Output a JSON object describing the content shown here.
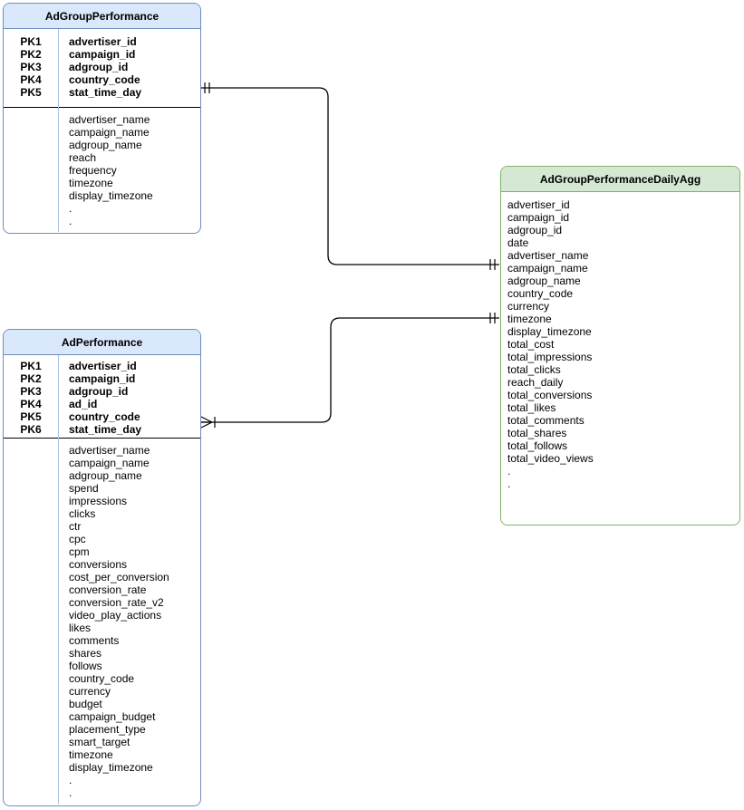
{
  "diagram": {
    "type": "entity-relationship",
    "background_color": "#ffffff",
    "connector_color": "#000000",
    "tables": [
      {
        "id": "table-adgroupperformance",
        "title": "AdGroupPerformance",
        "theme": {
          "header_fill": "#dae8fc",
          "border": "#6c8ebf",
          "divider": "#a8c3e8"
        },
        "primary_keys": [
          {
            "key": "PK1",
            "field": "advertiser_id"
          },
          {
            "key": "PK2",
            "field": "campaign_id"
          },
          {
            "key": "PK3",
            "field": "adgroup_id"
          },
          {
            "key": "PK4",
            "field": "country_code"
          },
          {
            "key": "PK5",
            "field": "stat_time_day"
          }
        ],
        "fields": [
          "advertiser_name",
          "campaign_name",
          "adgroup_name",
          "reach",
          "frequency",
          "timezone",
          "display_timezone",
          ".",
          "."
        ]
      },
      {
        "id": "table-adperformance",
        "title": "AdPerformance",
        "theme": {
          "header_fill": "#dae8fc",
          "border": "#6c8ebf",
          "divider": "#a8c3e8"
        },
        "primary_keys": [
          {
            "key": "PK1",
            "field": "advertiser_id"
          },
          {
            "key": "PK2",
            "field": "campaign_id"
          },
          {
            "key": "PK3",
            "field": "adgroup_id"
          },
          {
            "key": "PK4",
            "field": "ad_id"
          },
          {
            "key": "PK5",
            "field": "country_code"
          },
          {
            "key": "PK6",
            "field": "stat_time_day"
          }
        ],
        "fields": [
          "advertiser_name",
          "campaign_name",
          "adgroup_name",
          "spend",
          "impressions",
          "clicks",
          "ctr",
          "cpc",
          "cpm",
          "conversions",
          "cost_per_conversion",
          "conversion_rate",
          "conversion_rate_v2",
          "video_play_actions",
          "likes",
          "comments",
          "shares",
          "follows",
          "country_code",
          "currency",
          "budget",
          "campaign_budget",
          "placement_type",
          "smart_target",
          "timezone",
          "display_timezone",
          ".",
          "."
        ]
      },
      {
        "id": "table-dailyagg",
        "title": "AdGroupPerformanceDailyAgg",
        "theme": {
          "header_fill": "#d5e8d4",
          "border": "#82b366",
          "divider": "#82b366"
        },
        "primary_keys": [],
        "fields": [
          "advertiser_id",
          "campaign_id",
          "adgroup_id",
          "date",
          "advertiser_name",
          "campaign_name",
          "adgroup_name",
          "country_code",
          "currency",
          "timezone",
          "display_timezone",
          "total_cost",
          "total_impressions",
          "total_clicks",
          "reach_daily",
          "total_conversions",
          "total_likes",
          "total_comments",
          "total_shares",
          "total_follows",
          "total_video_views",
          ".",
          "."
        ]
      }
    ],
    "relationships": [
      {
        "from": "AdGroupPerformance",
        "to": "AdGroupPerformanceDailyAgg",
        "from_cardinality": "exactly-one",
        "to_cardinality": "exactly-one"
      },
      {
        "from": "AdPerformance",
        "to": "AdGroupPerformanceDailyAgg",
        "from_cardinality": "one-or-many",
        "to_cardinality": "exactly-one"
      }
    ]
  }
}
